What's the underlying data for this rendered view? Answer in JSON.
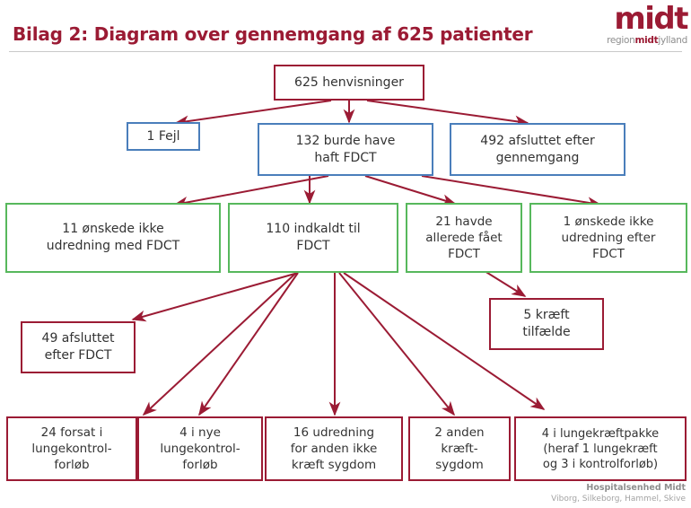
{
  "header": {
    "title": "Bilag 2: Diagram over gennemgang af 625 patienter",
    "logo_mark": "midt",
    "logo_sub_pre": "region",
    "logo_sub_hl": "midt",
    "logo_sub_post": "jylland"
  },
  "footer": {
    "organisation": "Hospitalsenhed Midt",
    "locations": "Viborg, Silkeborg, Hammel, Skive"
  },
  "diagram": {
    "type": "flowchart",
    "colors": {
      "title": "#9b1b34",
      "arrow": "#9b1b34",
      "box_red": "#9b1b34",
      "box_blue": "#4a7ebb",
      "box_green": "#57b85c",
      "text": "#333333",
      "footer_text": "#8e8e8e"
    },
    "nodes": [
      {
        "id": "n1",
        "label": "625 henvisninger",
        "color": "red"
      },
      {
        "id": "n2",
        "label": "1 Fejl",
        "color": "blue"
      },
      {
        "id": "n3",
        "label": "132 burde have haft FDCT",
        "color": "blue"
      },
      {
        "id": "n4",
        "label": "492 afsluttet efter gennemgang",
        "color": "blue"
      },
      {
        "id": "n5",
        "label": "11 ønskede ikke udredning med FDCT",
        "color": "green"
      },
      {
        "id": "n6",
        "label": "110 indkaldt til FDCT",
        "color": "green"
      },
      {
        "id": "n7",
        "label": "21 havde allerede fået FDCT",
        "color": "green"
      },
      {
        "id": "n8",
        "label": "1 ønskede ikke udredning efter FDCT",
        "color": "green"
      },
      {
        "id": "n9",
        "label": "5 kræft tilfælde",
        "color": "red"
      },
      {
        "id": "n10",
        "label": "49 afsluttet efter FDCT",
        "color": "red"
      },
      {
        "id": "n11",
        "label": "24 forsat i lungekontrol- forløb",
        "color": "red"
      },
      {
        "id": "n12",
        "label": "4 i nye lungekontrol- forløb",
        "color": "red"
      },
      {
        "id": "n13",
        "label": "16 udredning for anden ikke kræft sygdom",
        "color": "red"
      },
      {
        "id": "n14",
        "label": "2 anden kræft- sygdom",
        "color": "red"
      },
      {
        "id": "n15",
        "label": "4 i lungekræftpakke (heraf 1 lungekræft og 3 i kontrolforløb)",
        "color": "red"
      }
    ],
    "node_text": {
      "n1": [
        "625 henvisninger"
      ],
      "n2": [
        "1 Fejl"
      ],
      "n3": [
        "132 burde have",
        "haft FDCT"
      ],
      "n4": [
        "492 afsluttet efter",
        "gennemgang"
      ],
      "n5": [
        "11 ønskede ikke",
        "udredning med FDCT"
      ],
      "n6": [
        "110 indkaldt til",
        "FDCT"
      ],
      "n7": [
        "21 havde",
        "allerede fået",
        "FDCT"
      ],
      "n8": [
        "1 ønskede ikke",
        "udredning efter",
        "FDCT"
      ],
      "n9": [
        "5 kræft",
        "tilfælde"
      ],
      "n10": [
        "49 afsluttet",
        "efter FDCT"
      ],
      "n11": [
        "24 forsat i",
        "lungekontrol-",
        "forløb"
      ],
      "n12": [
        "4 i nye",
        "lungekontrol-",
        "forløb"
      ],
      "n13": [
        "16 udredning",
        "for anden ikke",
        "kræft sygdom"
      ],
      "n14": [
        "2 anden",
        "kræft-",
        "sygdom"
      ],
      "n15": [
        "4 i lungekræftpakke",
        "(heraf 1 lungekræft",
        "og 3 i kontrolforløb)"
      ]
    },
    "edges": [
      {
        "from": "n1",
        "to": "n2"
      },
      {
        "from": "n1",
        "to": "n3"
      },
      {
        "from": "n1",
        "to": "n4"
      },
      {
        "from": "n3",
        "to": "n5"
      },
      {
        "from": "n3",
        "to": "n6"
      },
      {
        "from": "n3",
        "to": "n7"
      },
      {
        "from": "n3",
        "to": "n8"
      },
      {
        "from": "n7",
        "to": "n9"
      },
      {
        "from": "n6",
        "to": "n10"
      },
      {
        "from": "n6",
        "to": "n11"
      },
      {
        "from": "n6",
        "to": "n12"
      },
      {
        "from": "n6",
        "to": "n13"
      },
      {
        "from": "n6",
        "to": "n14"
      },
      {
        "from": "n6",
        "to": "n15"
      }
    ]
  }
}
